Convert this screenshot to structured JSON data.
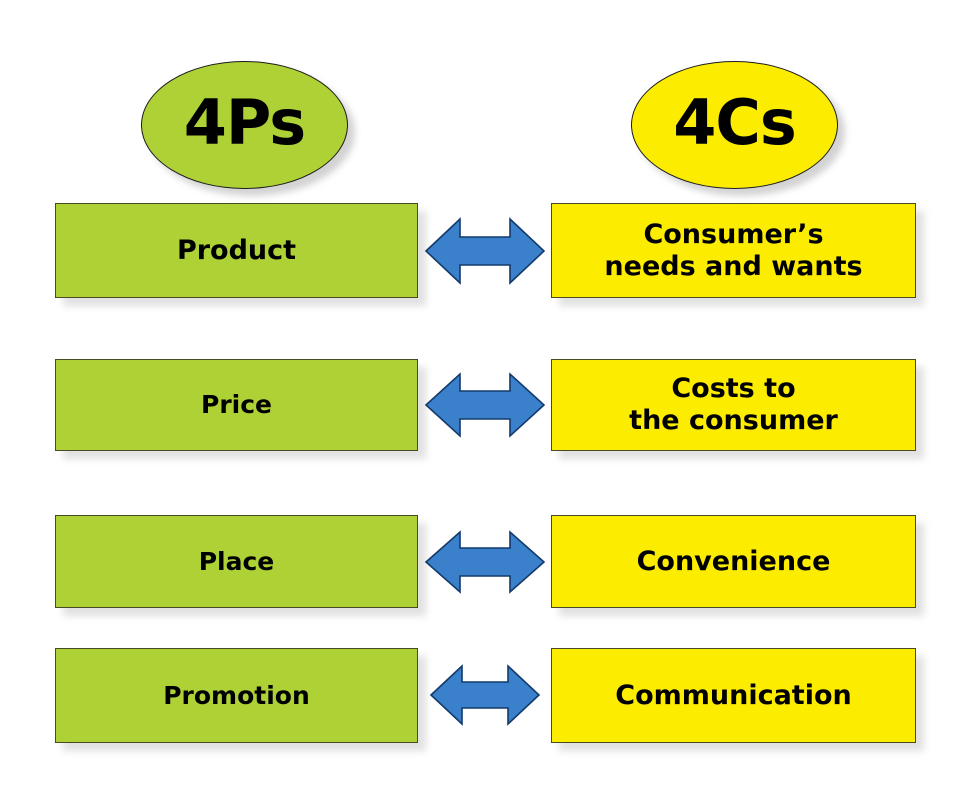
{
  "diagram": {
    "title_left": "4Ps",
    "title_right": "4Cs",
    "colors": {
      "green": "#aed136",
      "yellow": "#fcec00",
      "arrow_fill": "#3a80ca",
      "arrow_stroke": "#123a6b",
      "box_border": "#4a4a22",
      "text": "#000000",
      "background": "#ffffff"
    },
    "rows": [
      {
        "left_label": "Product",
        "right_label_line1": "Consumer’s",
        "right_label_line2": "needs and wants",
        "arrow": "double-headed-arrow"
      },
      {
        "left_label": "Price",
        "right_label_line1": "Costs to",
        "right_label_line2": "the consumer",
        "arrow": "double-headed-arrow"
      },
      {
        "left_label": "Place",
        "right_label_line1": "Convenience",
        "right_label_line2": "",
        "arrow": "double-headed-arrow"
      },
      {
        "left_label": "Promotion",
        "right_label_line1": "Communication",
        "right_label_line2": "",
        "arrow": "double-headed-arrow"
      }
    ]
  }
}
